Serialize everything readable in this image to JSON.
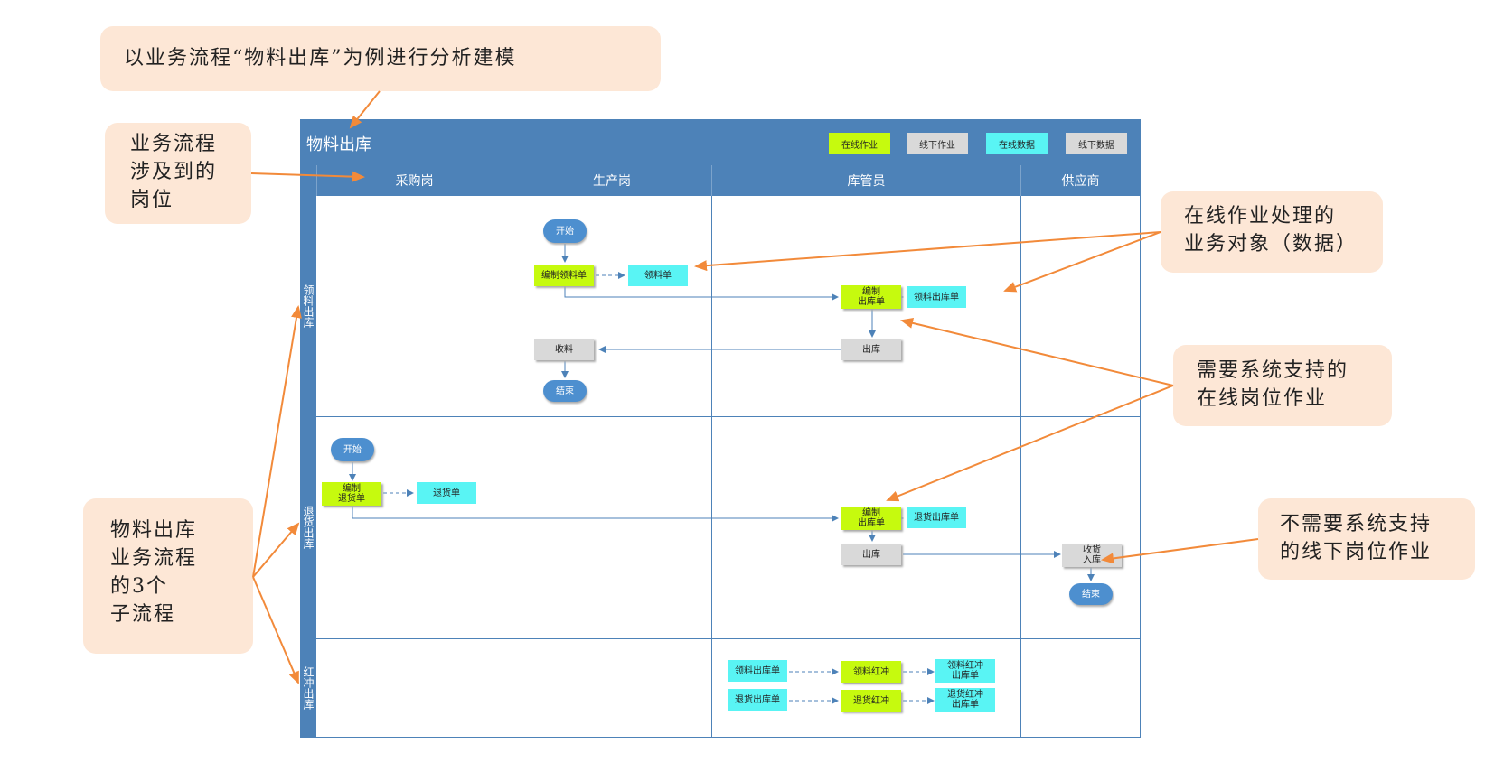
{
  "callouts": {
    "title_note": "以业务流程“物料出库”为例进行分析建模",
    "roles_note": "业务流程\n涉及到的\n岗位",
    "subprocess_note": "物料出库\n业务流程\n的3个\n子流程",
    "online_data_note": "在线作业处理的\n业务对象（数据）",
    "online_task_note": "需要系统支持的\n在线岗位作业",
    "offline_task_note": "不需要系统支持\n的线下岗位作业"
  },
  "panel": {
    "title": "物料出库",
    "legend": {
      "online_task": "在线作业",
      "offline_task": "线下作业",
      "online_data": "在线数据",
      "offline_data": "线下数据"
    },
    "columns": [
      "采购岗",
      "生产岗",
      "库管员",
      "供应商"
    ],
    "lanes": [
      "领料出库",
      "退货出库",
      "红冲出库"
    ]
  },
  "nodes": {
    "lane1": {
      "start": "开始",
      "make_pick": "编制领料单",
      "pick_doc": "领料单",
      "make_out": "编制\n出库单",
      "pick_out_doc": "领料出库单",
      "out": "出库",
      "receive": "收料",
      "end": "结束"
    },
    "lane2": {
      "start": "开始",
      "make_return": "编制\n退货单",
      "return_doc": "退货单",
      "make_out": "编制\n出库单",
      "return_out_doc": "退货出库单",
      "out": "出库",
      "receive_in": "收货\n入库",
      "end": "结束"
    },
    "lane3": {
      "pick_out_doc": "领料出库单",
      "pick_reverse": "领料红冲",
      "pick_reverse_doc": "领料红冲\n出库单",
      "return_out_doc": "退货出库单",
      "return_reverse": "退货红冲",
      "return_reverse_doc": "退货红冲\n出库单"
    }
  },
  "colors": {
    "online_task": "#c6fa0e",
    "offline_task": "#d9d9d9",
    "online_data": "#59f4f4",
    "panel_blue": "#4d82b8",
    "callout_bg": "#fde7d6",
    "annotation_arrow": "#f28a3a"
  }
}
